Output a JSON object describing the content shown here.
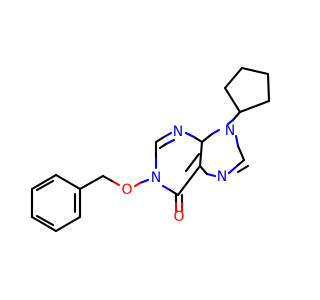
{
  "molecule": {
    "atoms": {
      "n_pyrimidine_top": "N",
      "n_pyrimidine_1": "N",
      "n_imidazole_9": "N",
      "n_imidazole_7": "N",
      "o_ether": "O",
      "o_carbonyl": "O"
    },
    "colors": {
      "carbon_bond": "#000000",
      "nitrogen": "#0000ff",
      "oxygen": "#ff0000",
      "background": "#ffffff"
    }
  }
}
